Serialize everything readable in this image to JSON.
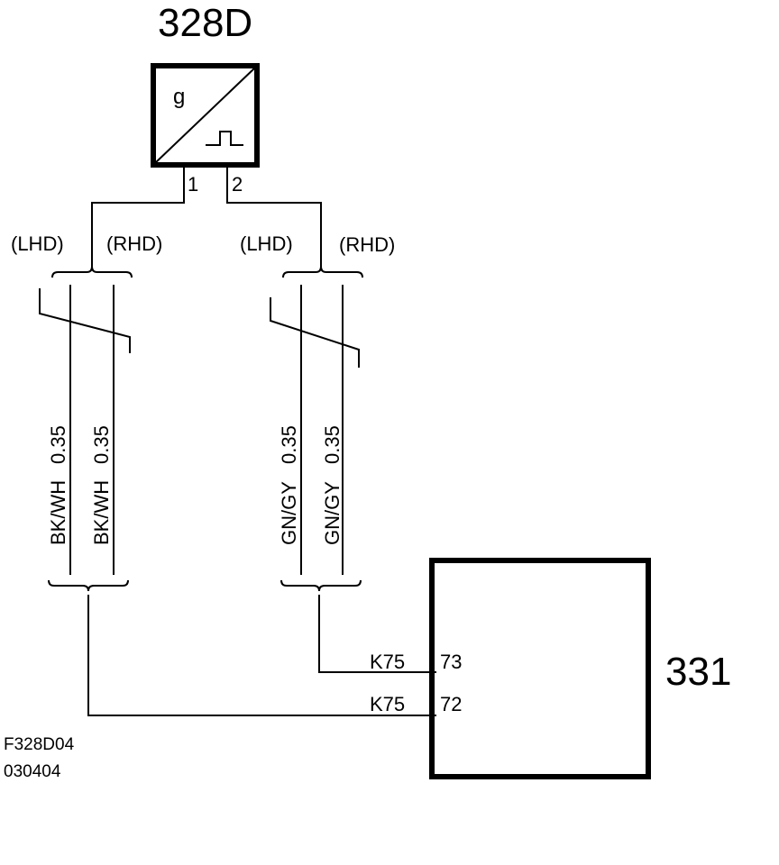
{
  "diagram": {
    "sensor": {
      "id": "328D",
      "symbol_letter": "g",
      "pins": [
        "1",
        "2"
      ]
    },
    "module": {
      "id": "331",
      "connector": "K75",
      "pins": [
        "73",
        "72"
      ]
    },
    "wire_groups": [
      {
        "variants": [
          "(LHD)",
          "(RHD)"
        ],
        "wires": [
          {
            "color": "BK/WH",
            "size": "0.35"
          },
          {
            "color": "BK/WH",
            "size": "0.35"
          }
        ]
      },
      {
        "variants": [
          "(LHD)",
          "(RHD)"
        ],
        "wires": [
          {
            "color": "GN/GY",
            "size": "0.35"
          },
          {
            "color": "GN/GY",
            "size": "0.35"
          }
        ]
      }
    ],
    "footer": {
      "figure_id": "F328D04",
      "date": "030404"
    }
  }
}
